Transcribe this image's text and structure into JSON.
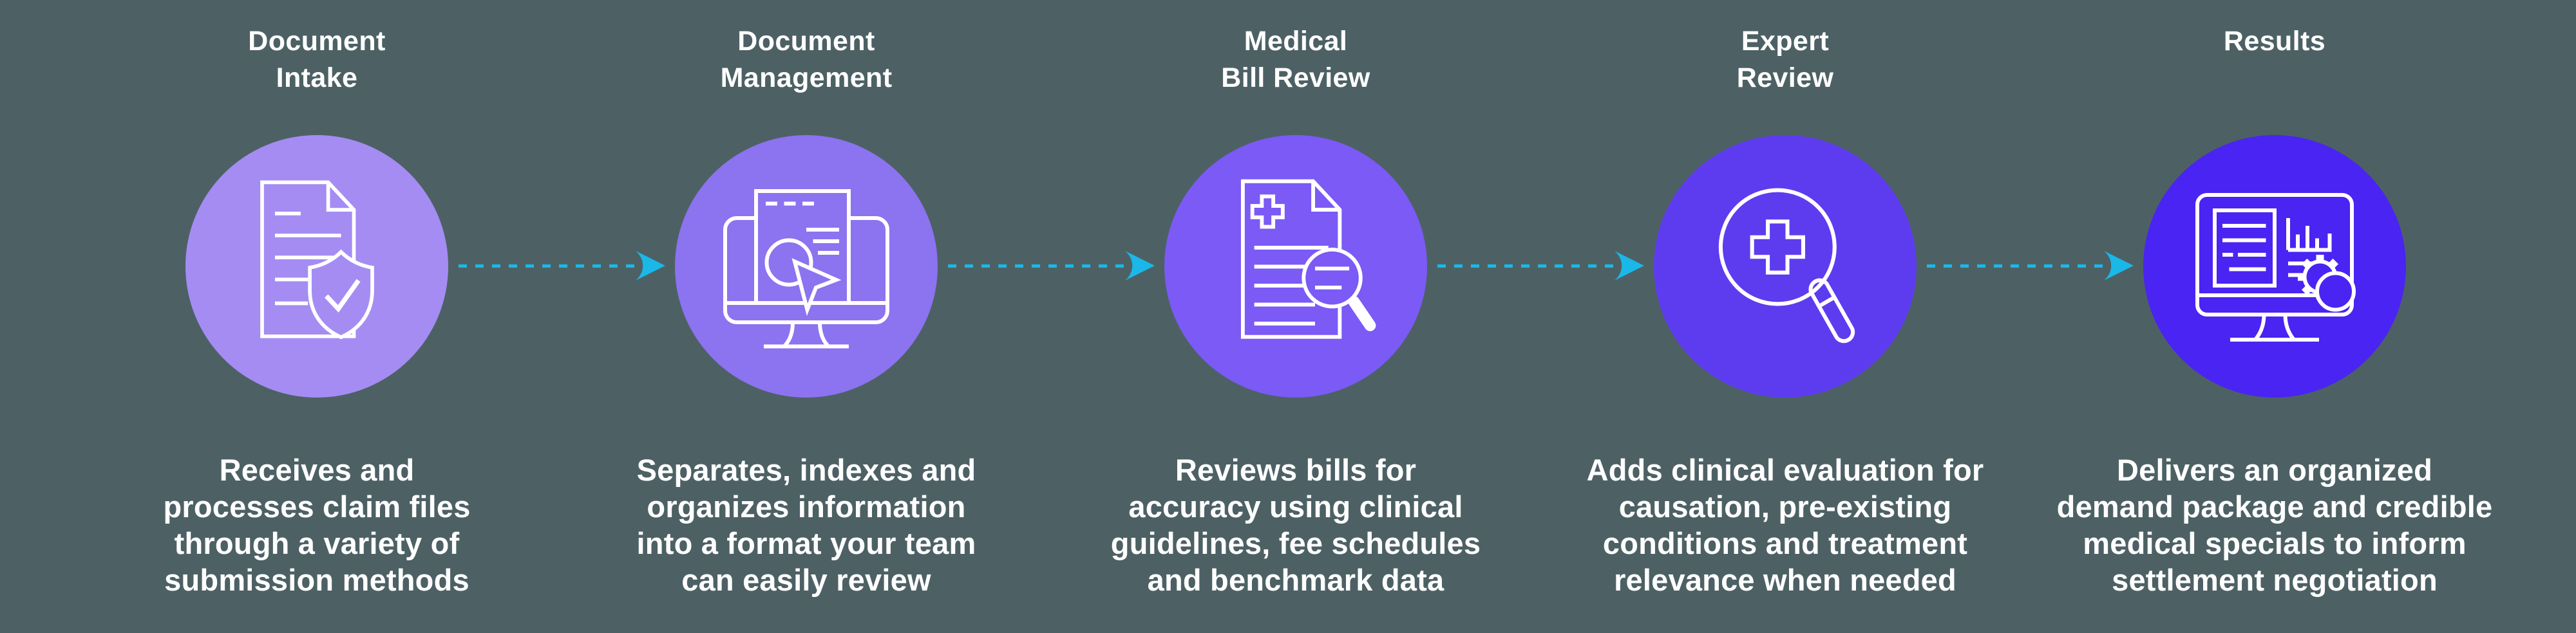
{
  "page": {
    "background": "#4D6165",
    "arrow_color": "#1AB8E8",
    "text_color": "#FFFFFF",
    "connector_style": "dashed-arrow"
  },
  "steps": [
    {
      "id": "document-intake",
      "title_lines": [
        "Document",
        "Intake"
      ],
      "icon": "document-shield-icon",
      "circle_color": "#A58CF3",
      "description_lines": [
        "Receives and",
        "processes claim files",
        "through a variety of",
        "submission methods"
      ]
    },
    {
      "id": "document-management",
      "title_lines": [
        "Document",
        "Management"
      ],
      "icon": "monitor-cursor-icon",
      "circle_color": "#8C73F0",
      "description_lines": [
        "Separates, indexes and",
        "organizes information",
        "into a format your team",
        "can easily review"
      ]
    },
    {
      "id": "medical-bill-review",
      "title_lines": [
        "Medical",
        "Bill Review"
      ],
      "icon": "medical-bill-magnifier-icon",
      "circle_color": "#7B5AF6",
      "description_lines": [
        "Reviews bills for",
        "accuracy using clinical",
        "guidelines, fee schedules",
        "and benchmark data"
      ]
    },
    {
      "id": "expert-review",
      "title_lines": [
        "Expert",
        "Review"
      ],
      "icon": "magnifier-medical-cross-icon",
      "circle_color": "#5D3CF0",
      "description_lines": [
        "Adds clinical evaluation for",
        "causation, pre-existing",
        "conditions and treatment",
        "relevance when needed"
      ]
    },
    {
      "id": "results",
      "title_lines": [
        "Results"
      ],
      "icon": "monitor-report-gear-icon",
      "circle_color": "#4A24F2",
      "description_lines": [
        "Delivers an organized",
        "demand package and credible",
        "medical specials to inform",
        "settlement negotiation"
      ]
    }
  ]
}
